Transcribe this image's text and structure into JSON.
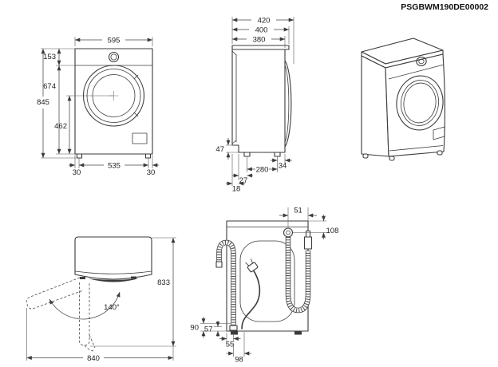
{
  "header": {
    "doc_code": "PSGBWM190DE00002"
  },
  "front_view": {
    "dims": {
      "width": "595",
      "total_height": "845",
      "panel_height": "153",
      "door_center_from_panel": "674",
      "door_center_height": "462",
      "feet_spacing": "535",
      "left_foot_inset": "30",
      "right_foot_inset": "30"
    }
  },
  "side_view": {
    "dims": {
      "depth_total": "420",
      "depth_lid": "400",
      "depth_body": "380",
      "rear_recess_height": "47",
      "front_foot_inset": "34",
      "feet_spacing": "280",
      "rear_foot_inset": "27",
      "rear_overhang": "18"
    }
  },
  "top_view": {
    "dims": {
      "door_opening_angle": "140°",
      "depth_door_open": "833",
      "width_door_open": "840"
    }
  },
  "rear_view": {
    "dims": {
      "inlet_edge_offset": "51",
      "inlet_drop": "108",
      "drain_outlet_height": "90",
      "cord_outlet_height": "57",
      "drain_edge_offset": "55",
      "cord_drain_offset": "98"
    }
  }
}
